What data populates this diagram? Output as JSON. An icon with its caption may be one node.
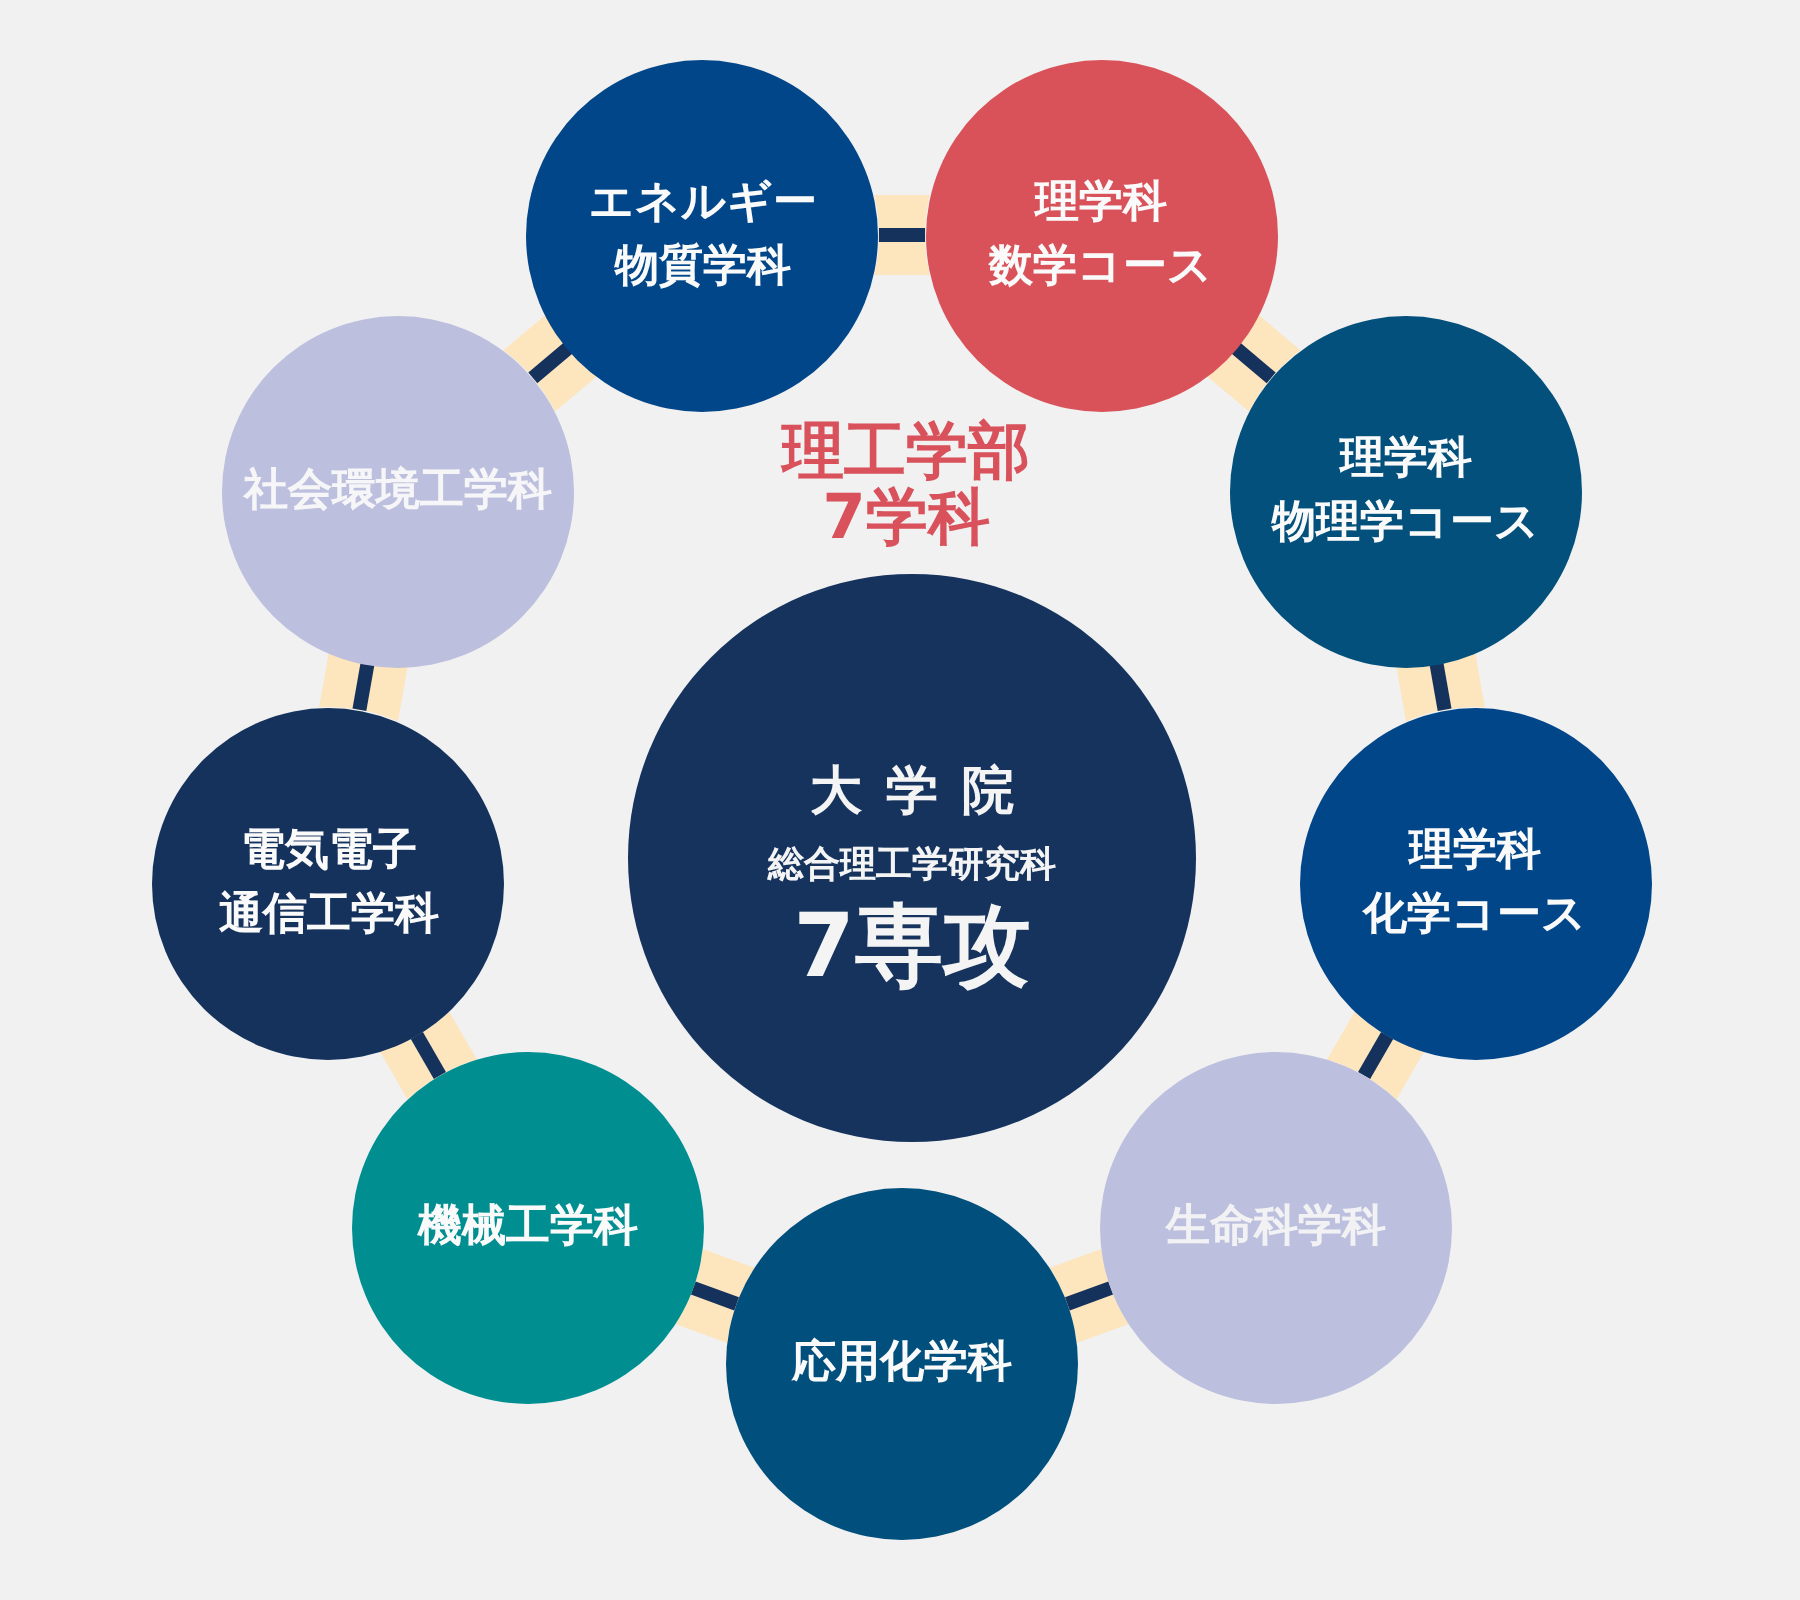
{
  "diagram": {
    "nodes": [
      {
        "text": [
          "エネルギー物質学科"
        ]
      },
      {
        "text": [
          "理学科",
          "数学コース"
        ]
      },
      {
        "text": [
          "理学科",
          "物理学コース"
        ]
      },
      {
        "text": [
          "理学科",
          "化学コース"
        ]
      },
      {
        "text": [
          "生命科学科"
        ]
      },
      {
        "text": [
          "応用化学科"
        ]
      },
      {
        "text": [
          "機械工学科"
        ]
      },
      {
        "text": [
          "電気電子通信工学科"
        ]
      },
      {
        "text": [
          "社会環境工学科"
        ]
      },
      {
        "text": [
          "大学院",
          "総合理工学研究科",
          "7専攻"
        ]
      }
    ],
    "edges": [
      {
        "from": 0,
        "to": 1,
        "arrow": "none"
      },
      {
        "from": 1,
        "to": 2,
        "arrow": "none"
      },
      {
        "from": 2,
        "to": 3,
        "arrow": "none"
      },
      {
        "from": 3,
        "to": 4,
        "arrow": "none"
      },
      {
        "from": 4,
        "to": 5,
        "arrow": "none"
      },
      {
        "from": 5,
        "to": 6,
        "arrow": "none"
      },
      {
        "from": 6,
        "to": 7,
        "arrow": "none"
      },
      {
        "from": 7,
        "to": 8,
        "arrow": "none"
      },
      {
        "from": 8,
        "to": 0,
        "arrow": "none"
      }
    ],
    "labels": [
      "理工学部7学科"
    ]
  }
}
